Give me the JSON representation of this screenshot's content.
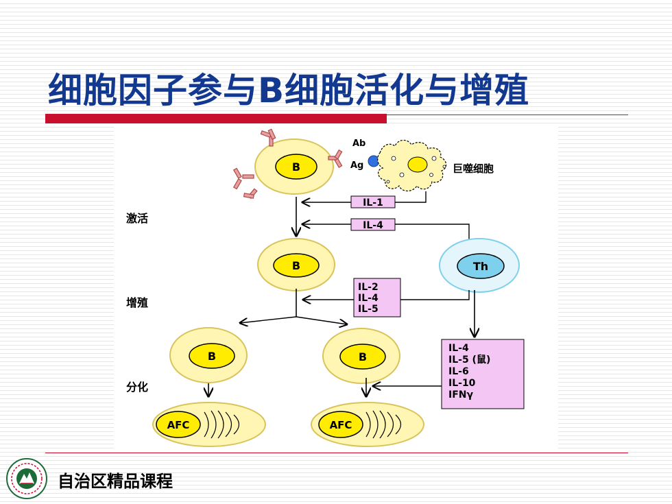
{
  "slide": {
    "title": "细胞因子参与B细胞活化与增殖",
    "footer": "自治区精品课程"
  },
  "diagram": {
    "stage_labels": {
      "activation": "激活",
      "proliferation": "增殖",
      "differentiation": "分化"
    },
    "cells": {
      "b": "B",
      "th": "Th",
      "afc": "AFC",
      "macrophage": "巨噬细胞"
    },
    "molecules": {
      "antibody": "Ab",
      "antigen": "Ag"
    },
    "cytokines": {
      "il1": "IL-1",
      "il4": "IL-4",
      "proliferation": [
        "IL-2",
        "IL-4",
        "IL-5"
      ],
      "differentiation": [
        "IL-4",
        "IL-5 (鼠)",
        "IL-6",
        "IL-10",
        "IFNγ"
      ]
    }
  },
  "colors": {
    "title": "#12398f",
    "accent_red": "#c8102e",
    "cell_fill": "#fff6b4",
    "nucleus_fill": "#ffec00",
    "th_fill": "#7fd0ec",
    "label_box": "#f4c6f4"
  }
}
